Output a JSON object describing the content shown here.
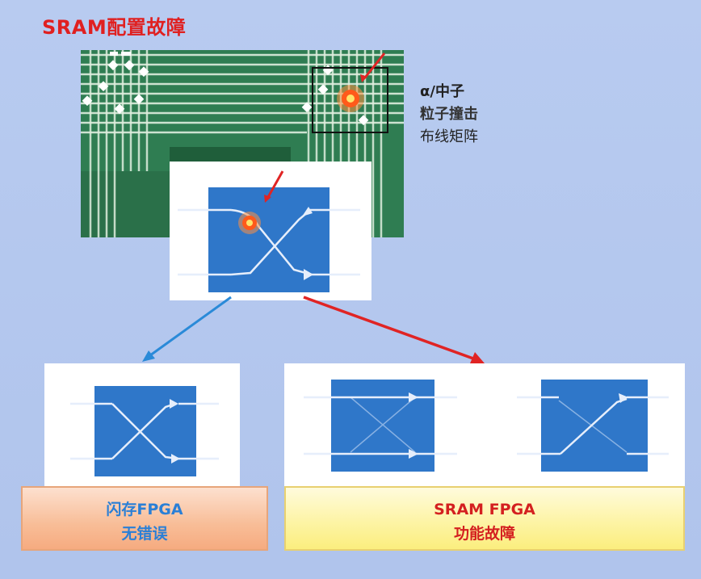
{
  "title": "SRAM配置故障",
  "chip_caption": {
    "line1": "α/中子",
    "line2": "粒子撞击",
    "line3": "布线矩阵"
  },
  "outcomes": {
    "flash": {
      "line1": "闪存FPGA",
      "line2": "无错误"
    },
    "sram": {
      "line1": "SRAM FPGA",
      "line2": "功能故障"
    }
  },
  "colors": {
    "title": "#e02020",
    "switch_blue": "#2f77c9",
    "chip_green": "#2e7a50",
    "arrow_blue": "#2a8ad8",
    "arrow_red": "#e02424"
  }
}
